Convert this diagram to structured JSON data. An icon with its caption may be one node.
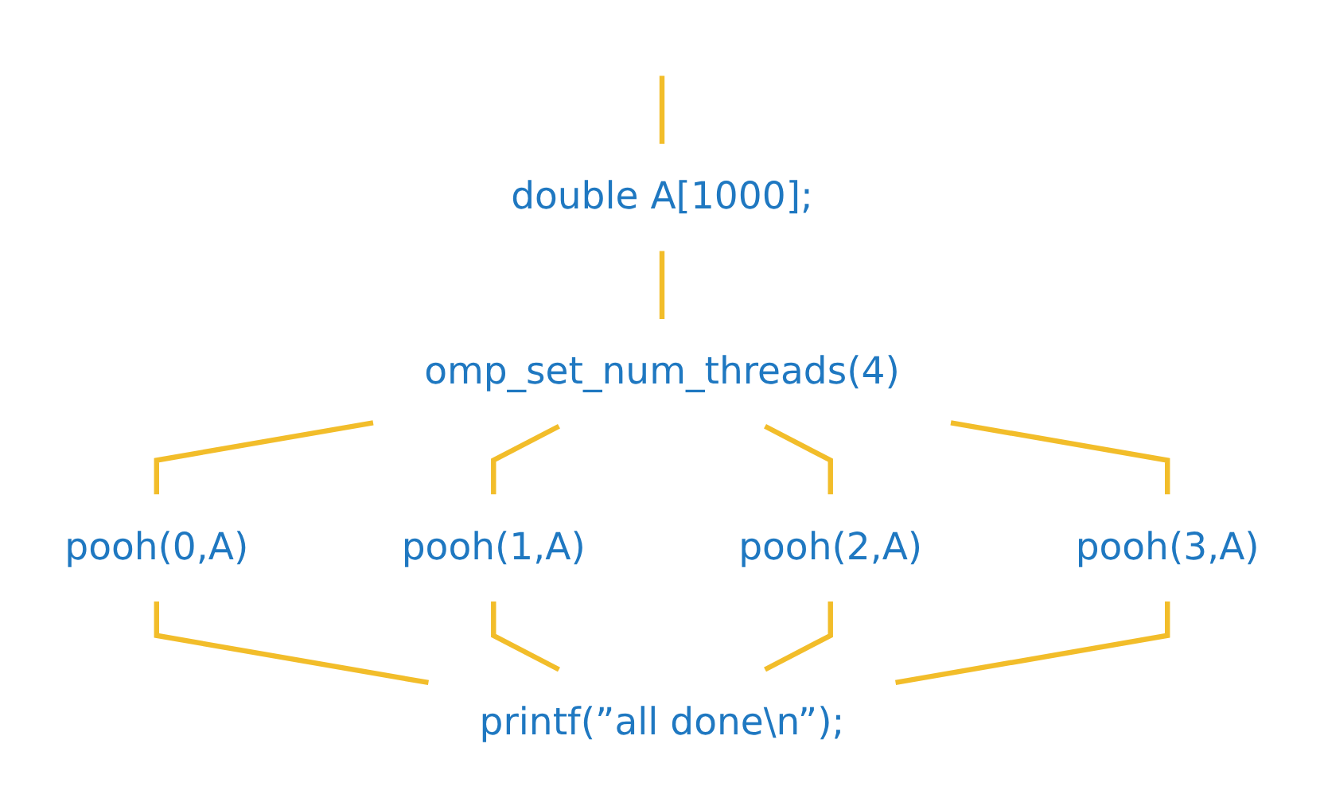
{
  "diagram": {
    "nodes": [
      {
        "text": [
          "double A[1000];"
        ]
      },
      {
        "text": [
          "omp_set_num_threads(4)"
        ]
      },
      {
        "text": [
          "pooh(0,A)"
        ]
      },
      {
        "text": [
          "pooh(1,A)"
        ]
      },
      {
        "text": [
          "pooh(2,A)"
        ]
      },
      {
        "text": [
          "pooh(3,A)"
        ]
      },
      {
        "text": [
          "printf(”all done\\n”);"
        ]
      }
    ],
    "edges": [
      {
        "from": null,
        "to": 0,
        "arrow": "none"
      },
      {
        "from": 0,
        "to": 1,
        "arrow": "none"
      },
      {
        "from": 1,
        "to": 2,
        "arrow": "none"
      },
      {
        "from": 1,
        "to": 3,
        "arrow": "none"
      },
      {
        "from": 1,
        "to": 4,
        "arrow": "none"
      },
      {
        "from": 1,
        "to": 5,
        "arrow": "none"
      },
      {
        "from": 2,
        "to": 6,
        "arrow": "none"
      },
      {
        "from": 3,
        "to": 6,
        "arrow": "none"
      },
      {
        "from": 4,
        "to": 6,
        "arrow": "none"
      },
      {
        "from": 5,
        "to": 6,
        "arrow": "none"
      }
    ]
  }
}
